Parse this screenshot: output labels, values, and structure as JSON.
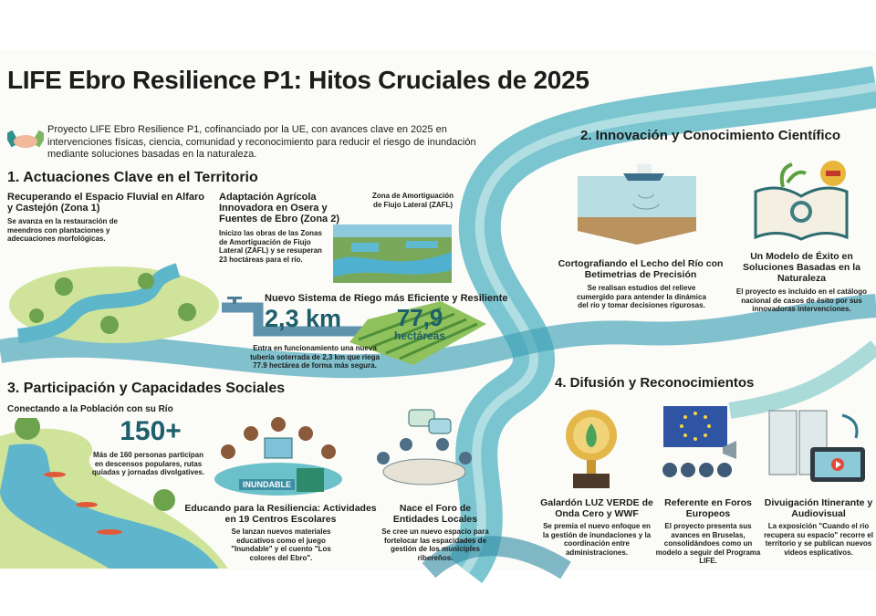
{
  "title": "LIFE Ebro Resilience P1: Hitos Cruciales de 2025",
  "intro": "Proyecto LIFE Ebro Resilience P1, cofinanciado por la UE, con avances clave en 2025 en intervenciones físicas, ciencia, comunidad y reconocimiento para reducir el riesgo de inundación mediante soluciones basadas en la naturaleza.",
  "s1": {
    "heading": "1. Actuaciones Clave en el Territorio",
    "zone1": {
      "title": "Recuperando el Espacio Fluvial en Alfaro y Castejón (Zona 1)",
      "desc": "Se avanza en la restauración de meendros con plantaciones y adecuaciones morfológicas."
    },
    "zone2": {
      "title": "Adaptación Agrícola Innovadora en Osera y Fuentes de Ebro (Zona 2)",
      "desc": "Inicizo las obras de las Zonas de Amortiguación de Fiujo Lateral (ZAFL) y se resuperan 23 hoctáreas para el río."
    },
    "zafl_label": "Zona de Amortiguación de Fiujo Lateral (ZAFL)",
    "riego": {
      "title": "Nuevo Sistema de Riego más Eficiente y Resiliente",
      "km": "2,3 km",
      "ha": "77,9",
      "ha_unit": "hectáreas",
      "desc": "Entra en funcionamiento una nueva tubería soterrada de 2,3 km que riega 77.9 hectárea de forma más segura."
    }
  },
  "s2": {
    "heading": "2. Innovación y Conocimiento Científico",
    "items": [
      {
        "title": "Cortografiando el Lecho del Río con Betimetrias de Precisión",
        "desc": "Se realisan estudios del relieve cumergido para antender la dinámica del río y tomar decisiones rigurosas."
      },
      {
        "title": "Un Modelo de Éxito en Soluciones Basadas en la Naturaleza",
        "desc": "El proyecto es incluido en el catálogo nacional de casos de ésito por sus innovadoras intervenciones."
      }
    ]
  },
  "s3": {
    "heading": "3. Participación y Capacidades Sociales",
    "sub": "Conectando a la Población con su Río",
    "stat": "150+",
    "stat_desc": "Más de 160 personas participan en descensos populares, rutas quiadas y jornadas divolgatives.",
    "game_label": "INUNDABLE",
    "items": [
      {
        "title": "Educando para la Resiliencia: Actividades en 19 Centros Escolares",
        "desc": "Se lanzan nuevos materiales educativos como el juego \"Inundable\" y el cuento \"Los colores del Ebro\"."
      },
      {
        "title": "Nace el Foro de Entidades Locales",
        "desc": "Se cree un nuevo espacio para fortelocar las espacidades de gestión de los municiples ribereños."
      }
    ]
  },
  "s4": {
    "heading": "4. Difusión y Reconocimientos",
    "items": [
      {
        "title": "Galardón LUZ VERDE de Onda Cero y WWF",
        "desc": "Se premia el nuevo enfoque en la gestión de inundaciones y la coordinación entre administraciones."
      },
      {
        "title": "Referente en Foros Europeos",
        "desc": "El proyecto presenta sus avances en Bruselas, consolidándoes como un modelo a seguir del Programa LIFE."
      },
      {
        "title": "Divuigación Itinerante y Audiovisual",
        "desc": "La exposición \"Cuando el rio recupera su espacio\" recorre el territorio y se publican nuevos videos esplicativos."
      }
    ]
  },
  "colors": {
    "river": "#3fa7b8",
    "accent": "#1d5f6b",
    "green": "#7bb661"
  }
}
